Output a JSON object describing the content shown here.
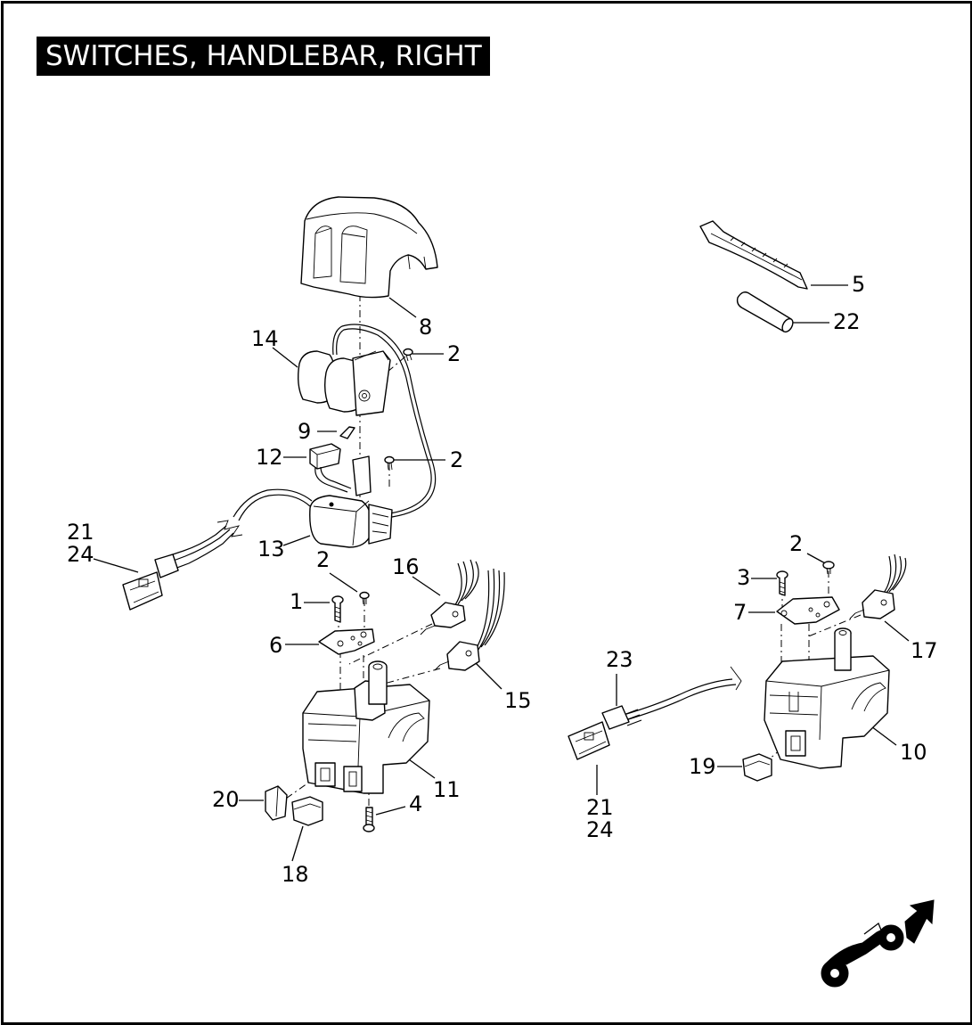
{
  "title": "SWITCHES, HANDLEBAR, RIGHT",
  "callouts": {
    "c1": "1",
    "c2a": "2",
    "c2b": "2",
    "c2c": "2",
    "c2d": "2",
    "c3": "3",
    "c4": "4",
    "c5": "5",
    "c6": "6",
    "c7": "7",
    "c8": "8",
    "c9": "9",
    "c10": "10",
    "c11": "11",
    "c12": "12",
    "c13": "13",
    "c14": "14",
    "c15": "15",
    "c16": "16",
    "c17": "17",
    "c18": "18",
    "c19": "19",
    "c20": "20",
    "c21a": "21",
    "c24a": "24",
    "c21b": "21",
    "c24b": "24",
    "c22": "22",
    "c23": "23"
  },
  "icons": {
    "direction": "motorcycle-front-arrow-icon"
  }
}
